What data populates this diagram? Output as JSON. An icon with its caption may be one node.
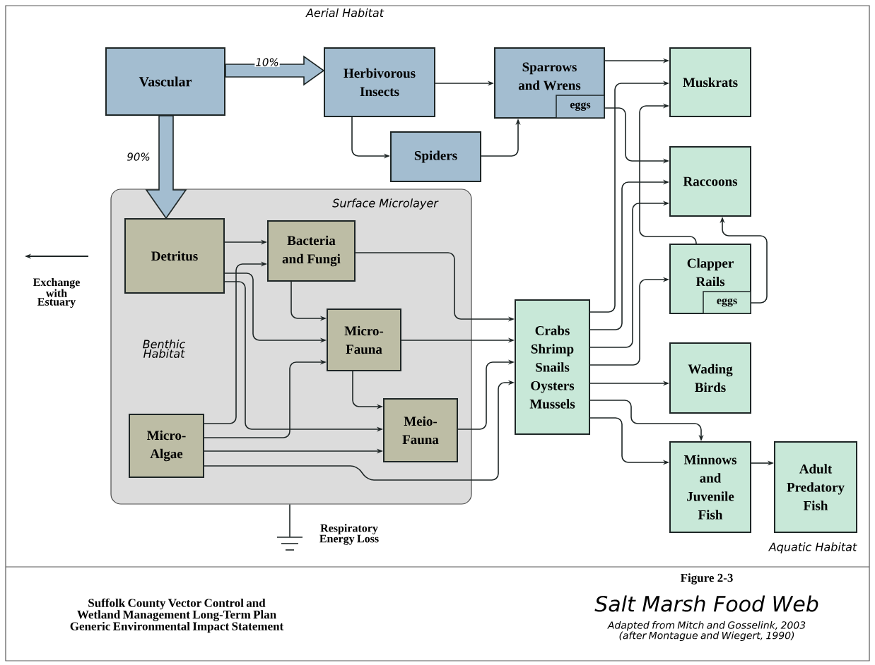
{
  "diagram": {
    "title": "Salt Marsh Food Web",
    "caption": "Adapted from Mitch and Gosselink, 2003 (after Montague and Wiegert, 1990)",
    "nodes": [
      {
        "text": [
          "Surface Microlayer"
        ]
      },
      {
        "text": [
          "Vascular"
        ]
      },
      {
        "text": [
          "Herbivorous Insects"
        ]
      },
      {
        "text": [
          "Sparrows and Wrens"
        ]
      },
      {
        "text": [
          "eggs"
        ],
        "in": 3
      },
      {
        "text": [
          "Spiders"
        ]
      },
      {
        "text": [
          "Muskrats"
        ]
      },
      {
        "text": [
          "Raccoons"
        ]
      },
      {
        "text": [
          "Clapper Rails"
        ]
      },
      {
        "text": [
          "eggs"
        ],
        "in": 8
      },
      {
        "text": [
          "Wading Birds"
        ]
      },
      {
        "text": [
          "Minnows and Juvenile Fish"
        ]
      },
      {
        "text": [
          "Adult Predatory Fish"
        ]
      },
      {
        "text": [
          "Crabs Shrimp Snails Oysters Mussels"
        ]
      },
      {
        "text": [
          "Detritus"
        ],
        "in": 0
      },
      {
        "text": [
          "Bacteria and Fungi"
        ],
        "in": 0
      },
      {
        "text": [
          "Micro-Fauna"
        ],
        "in": 0
      },
      {
        "text": [
          "Meio-Fauna"
        ],
        "in": 0
      },
      {
        "text": [
          "Micro-Algae"
        ],
        "in": 0
      },
      {
        "text": [],
        "shape": "ground",
        "beside": [
          "Respiratory Energy Loss"
        ]
      }
    ],
    "edges": [
      {
        "from": 1,
        "to": 2,
        "arrow": "to",
        "label": "10%",
        "style": "thick",
        "color": "#a3bdd0"
      },
      {
        "from": 1,
        "to": 14,
        "arrow": "to",
        "label": "90%",
        "style": "thick",
        "color": "#a3bdd0"
      },
      {
        "from": 2,
        "to": 3,
        "arrow": "to"
      },
      {
        "from": 2,
        "to": 5,
        "arrow": "to"
      },
      {
        "from": 5,
        "to": 3,
        "arrow": "to"
      },
      {
        "from": 3,
        "to": 6,
        "arrow": "to"
      },
      {
        "from": 4,
        "to": 7,
        "arrow": "to"
      },
      {
        "from": 13,
        "to": 6,
        "arrow": "to"
      },
      {
        "from": 8,
        "to": 6,
        "arrow": "to"
      },
      {
        "from": 13,
        "to": 7,
        "arrow": "to"
      },
      {
        "from": 13,
        "to": 7,
        "arrow": "to"
      },
      {
        "from": 13,
        "to": 8,
        "arrow": "to"
      },
      {
        "from": 9,
        "to": 7,
        "arrow": "to"
      },
      {
        "from": 13,
        "to": 10,
        "arrow": "to"
      },
      {
        "from": 13,
        "to": 11,
        "arrow": "to"
      },
      {
        "from": 13,
        "to": 11,
        "arrow": "to"
      },
      {
        "from": 11,
        "to": 12,
        "arrow": "to"
      },
      {
        "from": 14,
        "to": 15,
        "arrow": "to"
      },
      {
        "from": 18,
        "to": 15,
        "arrow": "to"
      },
      {
        "from": 14,
        "to": 16,
        "arrow": "to"
      },
      {
        "from": 14,
        "to": 17,
        "arrow": "to"
      },
      {
        "from": 15,
        "to": 16,
        "arrow": "to"
      },
      {
        "from": 15,
        "to": 13,
        "arrow": "to"
      },
      {
        "from": 16,
        "to": 13,
        "arrow": "to"
      },
      {
        "from": 16,
        "to": 17,
        "arrow": "to"
      },
      {
        "from": 18,
        "to": 16,
        "arrow": "to"
      },
      {
        "from": 18,
        "to": 17,
        "arrow": "to"
      },
      {
        "from": 18,
        "to": 13,
        "arrow": "to"
      },
      {
        "from": 17,
        "to": 13,
        "arrow": "to"
      },
      {
        "from": 0,
        "to": 19,
        "arrow": "none"
      }
    ],
    "labels": [
      "Aerial Habitat",
      "Benthic Habitat",
      "Exchange with Estuary",
      "Aquatic Habitat",
      "Suffolk County Vector Control and Wetland Management Long-Term Plan Generic Environmental Impact Statement",
      "Figure 2-3"
    ]
  }
}
